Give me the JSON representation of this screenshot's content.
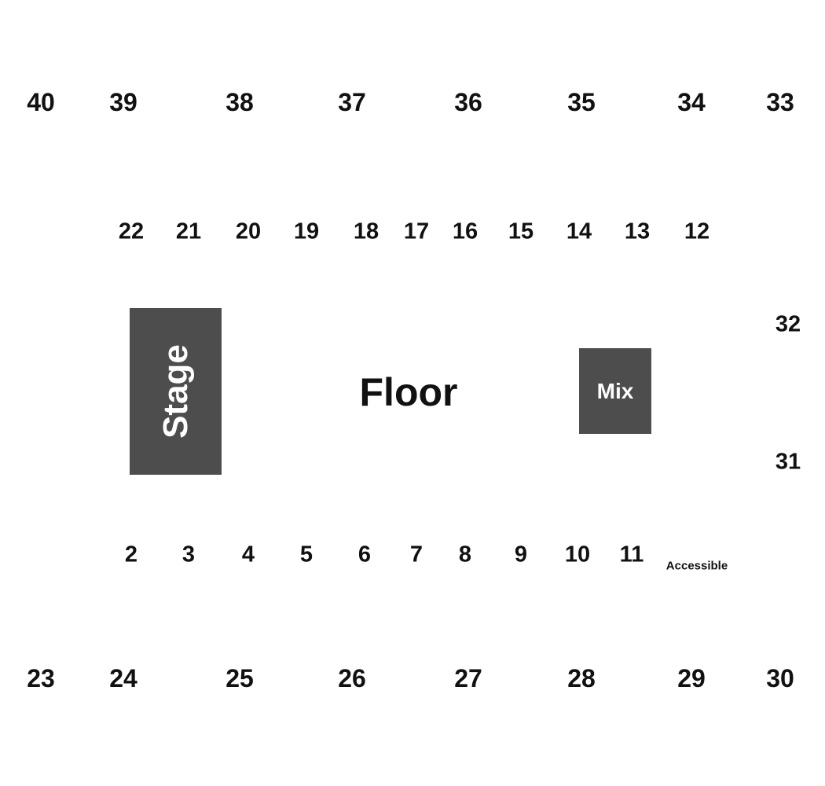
{
  "venue": {
    "stage_label": "Stage",
    "mix_label": "Mix",
    "floor_label": "Floor"
  },
  "sections": {
    "upper_top": [
      "40",
      "39",
      "38",
      "37",
      "36",
      "35",
      "34",
      "33"
    ],
    "lower_top": [
      "22",
      "21",
      "20",
      "19",
      "18",
      "17",
      "16",
      "15",
      "14",
      "13",
      "12"
    ],
    "right_side": [
      "32",
      "31"
    ],
    "lower_bottom": [
      "2",
      "3",
      "4",
      "5",
      "6",
      "7",
      "8",
      "9",
      "10",
      "11"
    ],
    "accessible_label": "Accessible",
    "upper_bottom": [
      "23",
      "24",
      "25",
      "26",
      "27",
      "28",
      "29",
      "30"
    ]
  },
  "colors": {
    "block_fill": "#4d4d4d",
    "block_text": "#ffffff",
    "label_text": "#111111",
    "background": "#ffffff"
  }
}
